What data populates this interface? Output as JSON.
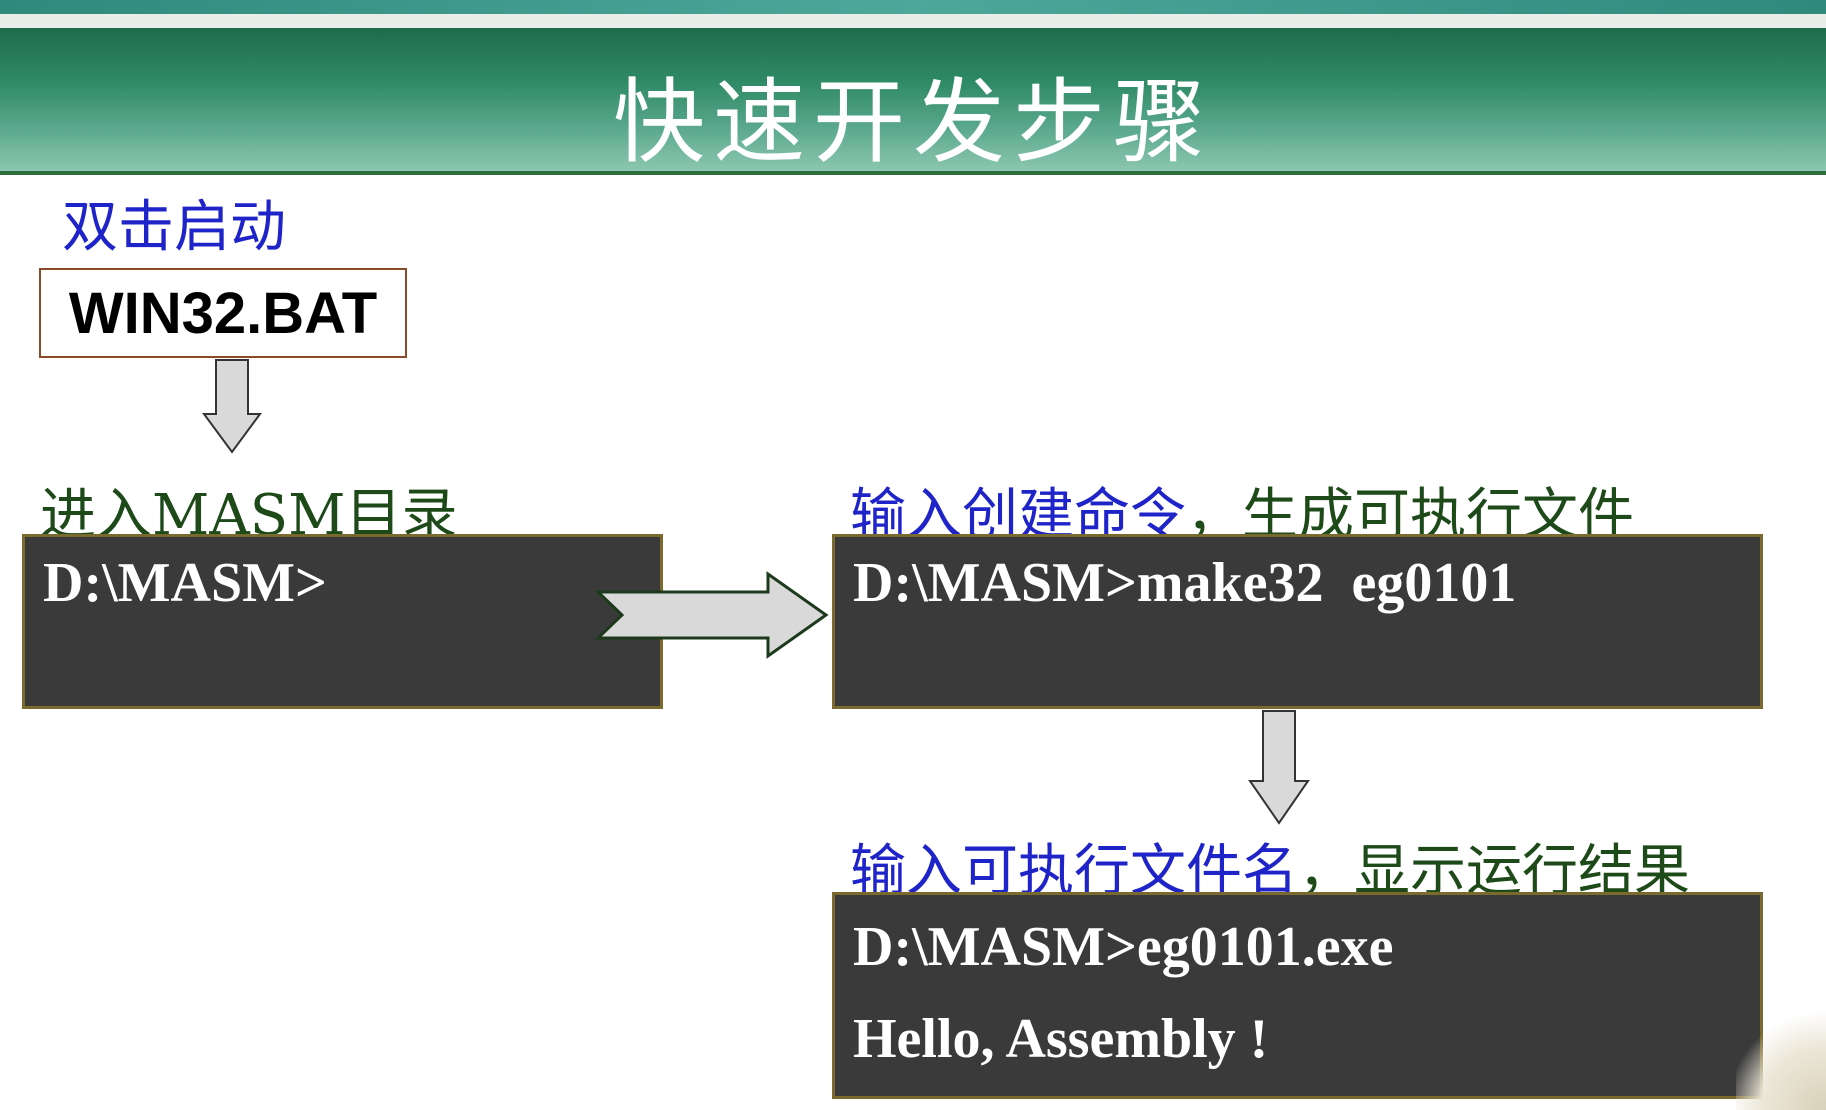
{
  "slide": {
    "title": "快速开发步骤"
  },
  "steps": {
    "start_label": "双击启动",
    "bat_file": "WIN32.BAT",
    "enter_dir_label": "进入MASM目录",
    "prompt1": "D:\\MASM>",
    "build_label_a": "输入创建命令",
    "build_label_b": "，生成可执行文件",
    "prompt2": "D:\\MASM>make32  eg0101",
    "run_label_a": "输入可执行文件名",
    "run_label_b": "，显示运行结果",
    "prompt3": "D:\\MASM>eg0101.exe",
    "output": "Hello, Assembly !"
  },
  "colors": {
    "blue_text": "#1f24c8",
    "green_text": "#1d4a18",
    "console_bg": "#3a3a3a",
    "header_green": "#2f8a66"
  }
}
